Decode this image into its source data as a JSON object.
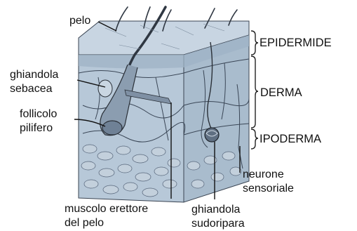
{
  "labels": {
    "pelo": "pelo",
    "ghiandola_sebacea": [
      "ghiandola",
      "sebacea"
    ],
    "follicolo_pilifero": [
      "follicolo",
      "pilifero"
    ],
    "muscolo_erettore": [
      "muscolo erettore",
      "del pelo"
    ],
    "ghiandola_sudoripara": [
      "ghiandola",
      "sudoripara"
    ],
    "neurone_sensoriale": [
      "neurone",
      "sensoriale"
    ]
  },
  "layers": {
    "epidermide": "EPIDERMIDE",
    "derma": "DERMA",
    "ipoderma": "IPODERMA"
  },
  "colors": {
    "epidermis_surface": "#c5d3e0",
    "dermis": "#b4c6d6",
    "hypodermis": "#a6b9ca",
    "nerve_lines": "#3a4656",
    "hair": "#2f3742",
    "outline": "#2a3038"
  }
}
